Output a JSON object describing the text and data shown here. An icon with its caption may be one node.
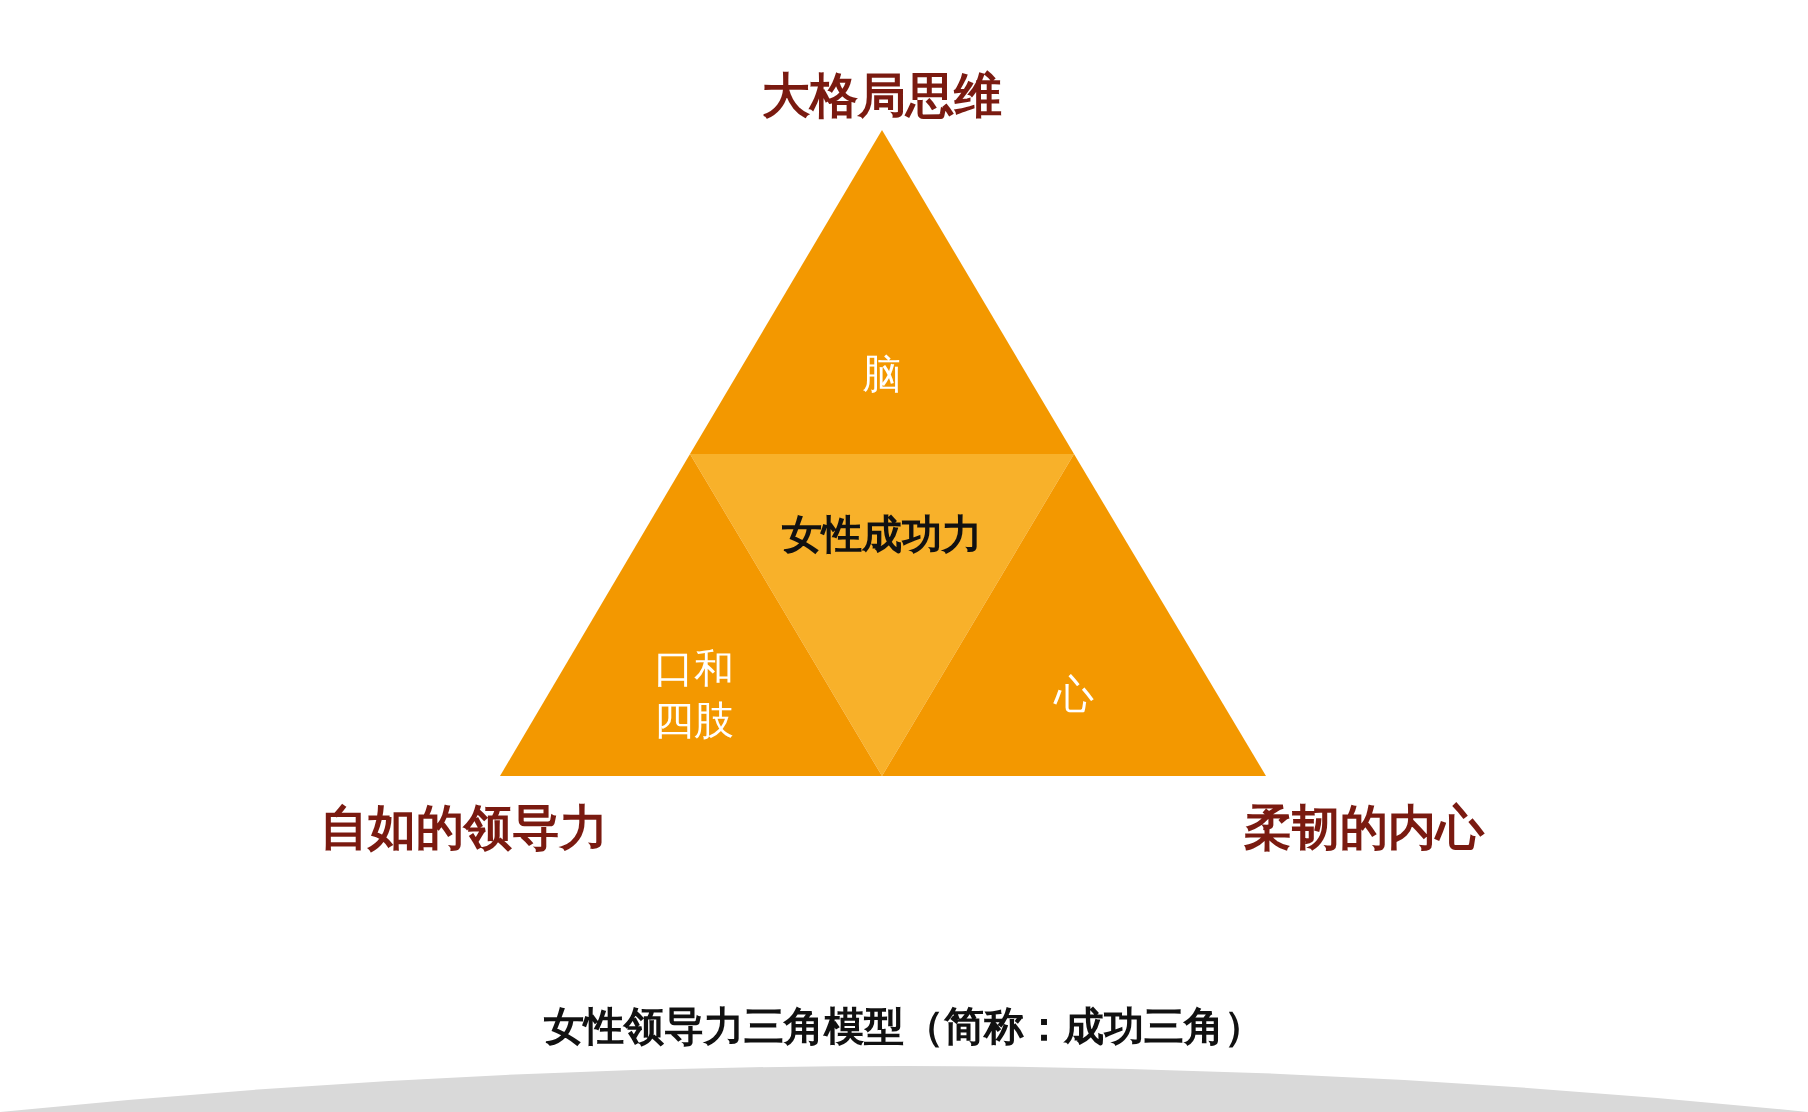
{
  "diagram": {
    "caption": "女性领导力三角模型（简称：成功三角）",
    "nodes": [
      {
        "text": [
          "脑"
        ],
        "beside": [
          "大格局思维"
        ]
      },
      {
        "text": [
          "女性成功力"
        ]
      },
      {
        "text": [
          "口和四肢"
        ],
        "beside": [
          "自如的领导力"
        ]
      },
      {
        "text": [
          "心"
        ],
        "beside": [
          "柔韧的内心"
        ]
      },
      {
        "text": [],
        "shape": "arc"
      }
    ]
  }
}
